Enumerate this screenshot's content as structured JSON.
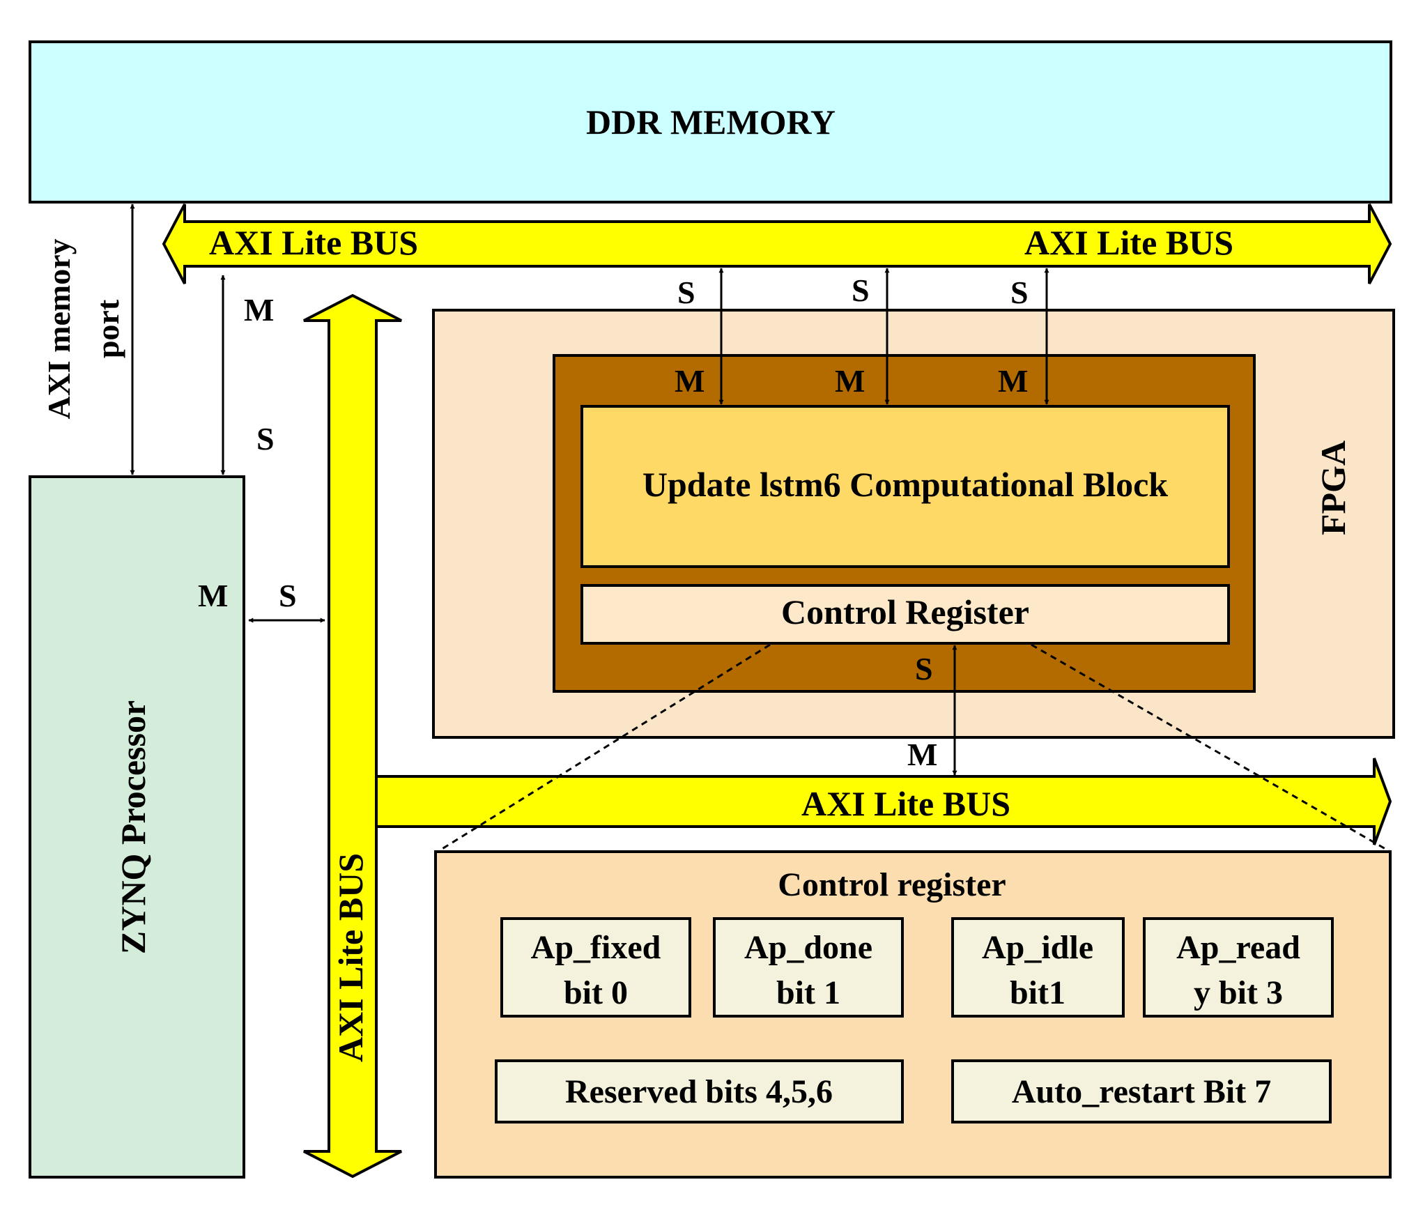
{
  "ddr": {
    "label": "DDR MEMORY"
  },
  "memory_port": {
    "line1": "AXI memory",
    "line2": "port"
  },
  "top_bus": {
    "left_label": "AXI Lite BUS",
    "right_label": "AXI Lite BUS"
  },
  "vertical_bus": {
    "label": "AXI Lite BUS"
  },
  "bottom_bus": {
    "label": "AXI Lite BUS"
  },
  "processor": {
    "label": "ZYNQ Processor"
  },
  "fpga": {
    "label": "FPGA"
  },
  "compute_block": {
    "label": "Update lstm6 Computational Block"
  },
  "control_register_bar": {
    "label": "Control Register"
  },
  "control_register_detail": {
    "title": "Control register",
    "bits": [
      {
        "line1": "Ap_fixed",
        "line2": "bit 0"
      },
      {
        "line1": "Ap_done",
        "line2": "bit 1"
      },
      {
        "line1": "Ap_idle",
        "line2": "bit1"
      },
      {
        "line1": "Ap_read",
        "line2": "y bit 3"
      }
    ],
    "reserved": "Reserved bits 4,5,6",
    "auto_restart": "Auto_restart Bit 7"
  },
  "port_labels": {
    "master": "M",
    "slave": "S"
  },
  "colors": {
    "ddr_fill": "#ccffff",
    "bus_fill": "#ffff00",
    "processor_fill": "#d4edda",
    "fpga_fill": "#fbe5c8",
    "ip_frame_fill": "#b36b00",
    "compute_fill": "#ffd966",
    "control_fill": "#fde9c9",
    "detail_fill": "#fbddb0",
    "bit_fill": "#f4f2dc"
  }
}
